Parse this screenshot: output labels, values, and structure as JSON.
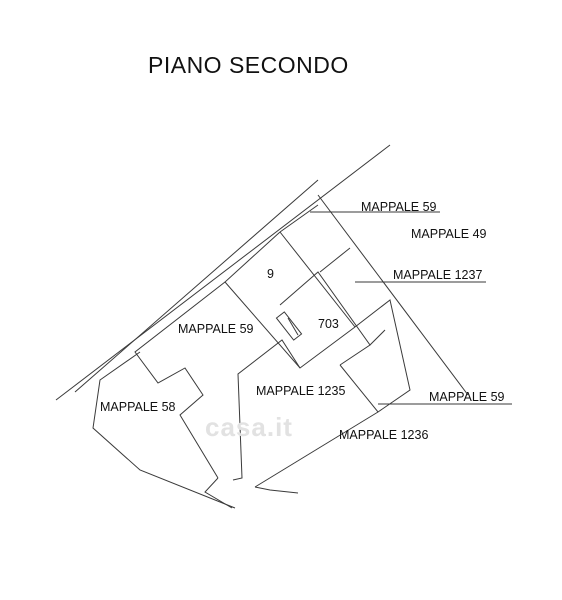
{
  "title": "PIANO SECONDO",
  "watermark": "casa.it",
  "labels": {
    "m59_top": "MAPPALE 59",
    "m49": "MAPPALE 49",
    "m1237": "MAPPALE 1237",
    "n9": "9",
    "m59_left": "MAPPALE 59",
    "n703": "703",
    "m58": "MAPPALE 58",
    "m1235": "MAPPALE 1235",
    "m59_bottom": "MAPPALE 59",
    "m1236": "MAPPALE 1236"
  },
  "colors": {
    "line": "#3a3a3a",
    "text": "#111111",
    "watermark": "#e2e2e2"
  }
}
